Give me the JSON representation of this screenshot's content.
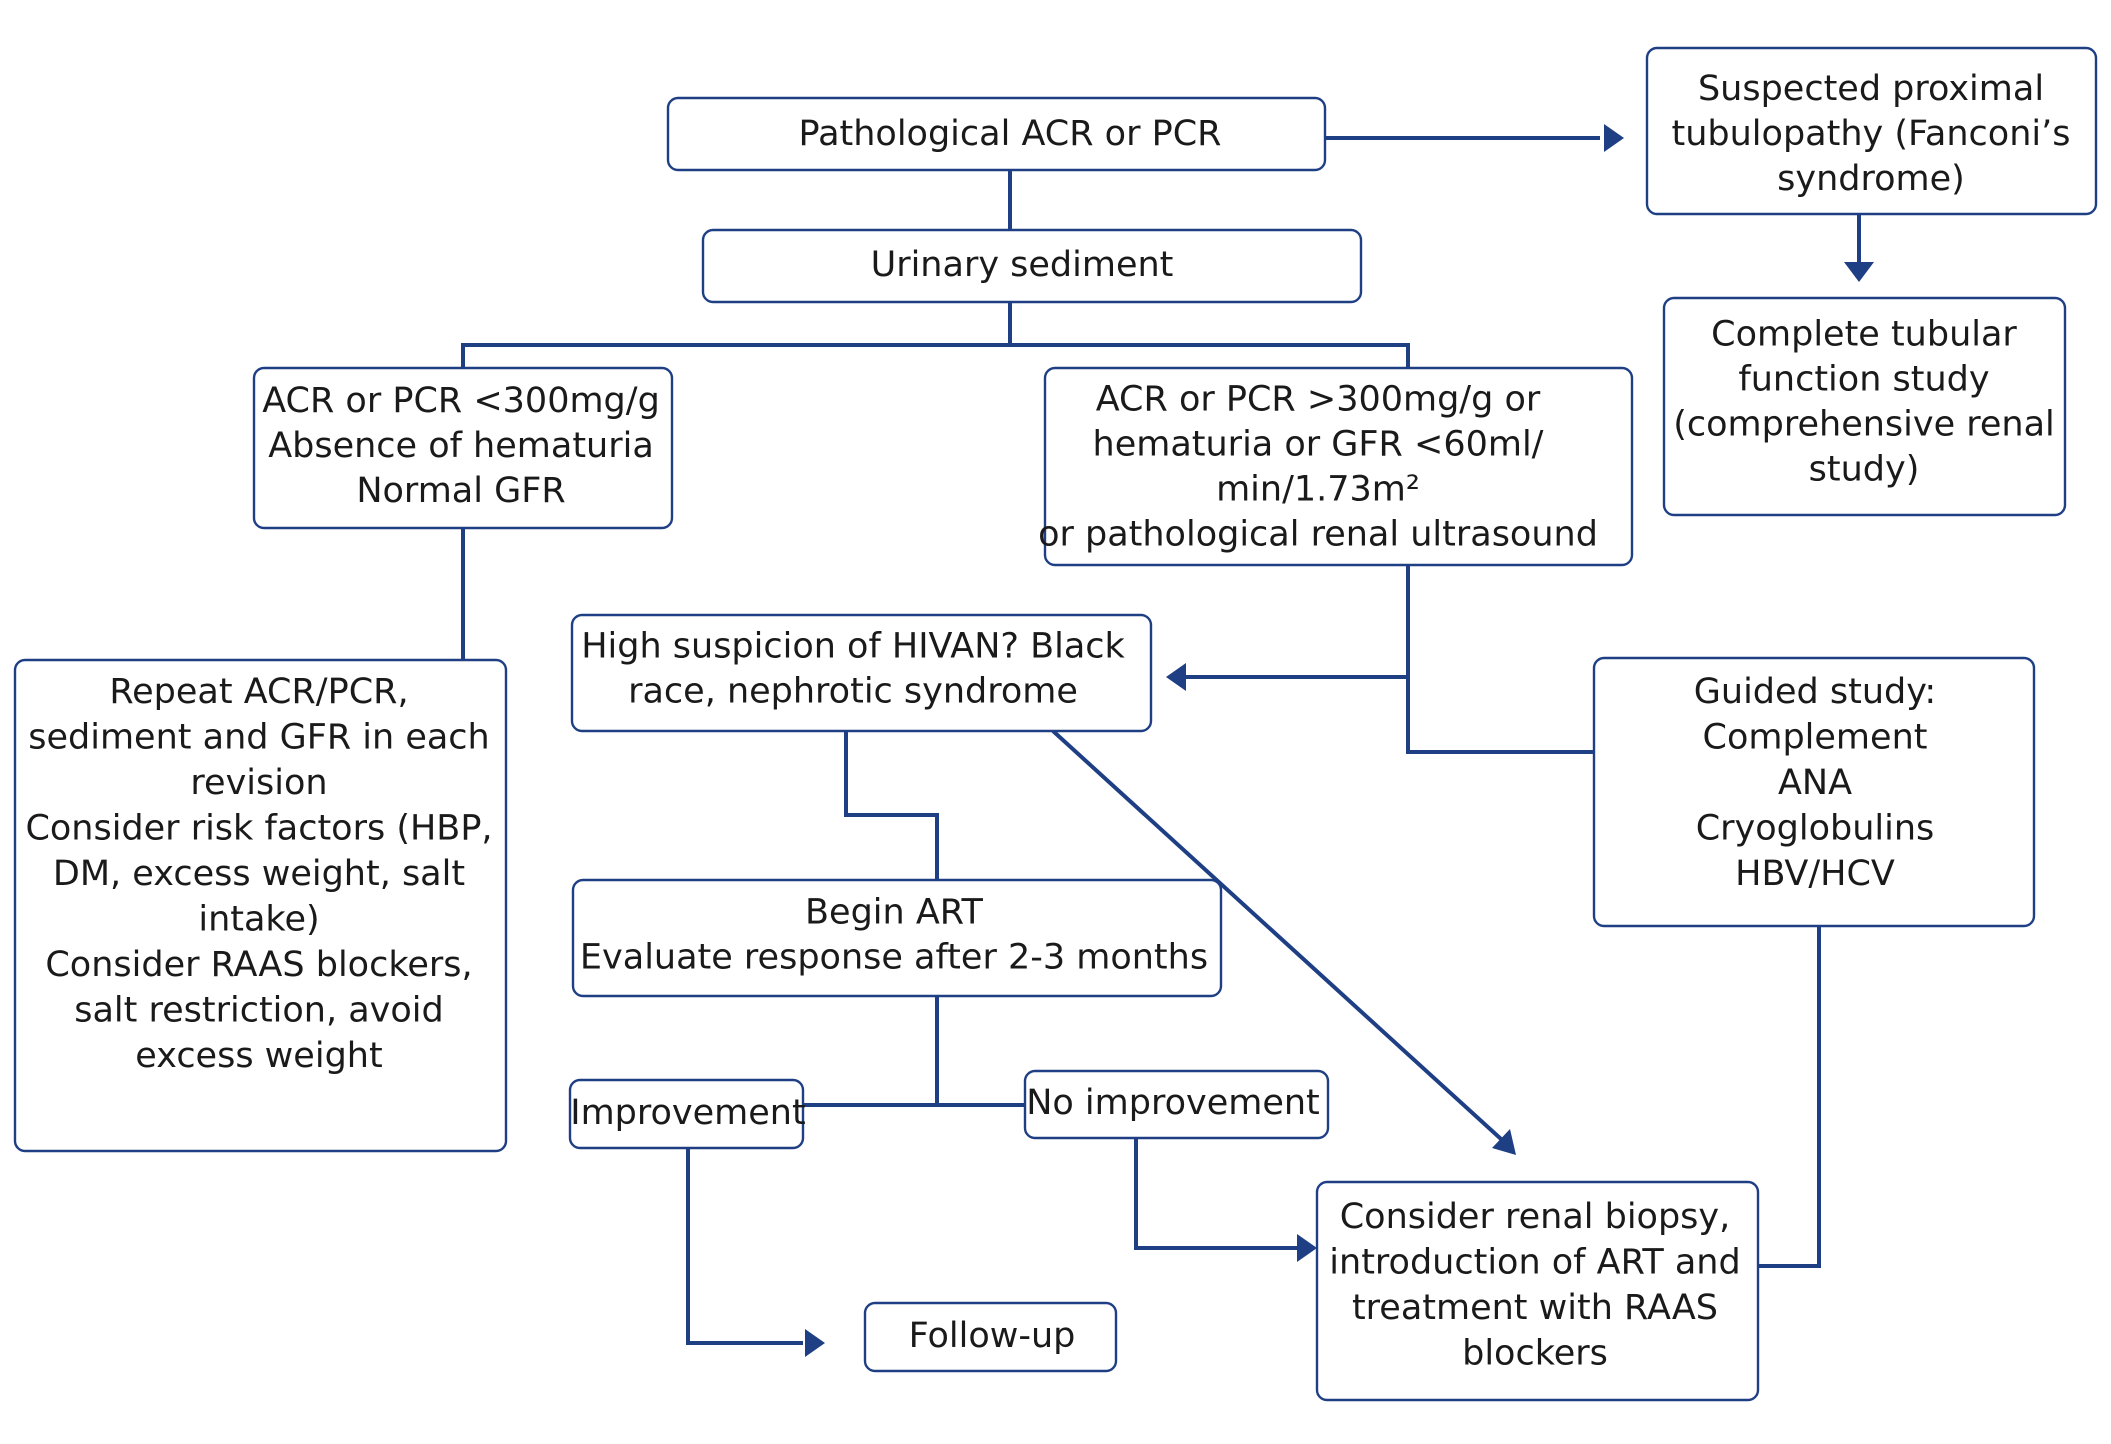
{
  "colors": {
    "stroke": "#1f3f85",
    "text": "#1a1a1a",
    "background": "#ffffff"
  },
  "nodes": {
    "pathological": {
      "lines": [
        "Pathological ACR or PCR"
      ]
    },
    "sediment": {
      "lines": [
        "Urinary sediment"
      ]
    },
    "low_acr": {
      "lines": [
        "ACR or PCR <300mg/g",
        "Absence of hematuria",
        "Normal GFR"
      ]
    },
    "high_acr": {
      "lines": [
        "ACR or PCR >300mg/g or",
        "hematuria or GFR <60ml/",
        "min/1.73m²",
        "or pathological renal ultrasound"
      ]
    },
    "fanconi": {
      "lines": [
        "Suspected proximal",
        "tubulopathy (Fanconi’s",
        "syndrome)"
      ]
    },
    "tubular": {
      "lines": [
        "Complete tubular",
        "function study",
        "(comprehensive renal",
        "study)"
      ]
    },
    "repeat": {
      "lines": [
        "Repeat ACR/PCR,",
        "sediment and GFR in each",
        "revision",
        "Consider risk factors (HBP,",
        "DM, excess weight, salt",
        "intake)",
        "Consider RAAS blockers,",
        "salt restriction, avoid",
        "excess weight"
      ]
    },
    "hivan": {
      "lines": [
        "High suspicion of HIVAN? Black",
        "race, nephrotic syndrome"
      ]
    },
    "guided": {
      "lines": [
        "Guided study:",
        "Complement",
        "ANA",
        "Cryoglobulins",
        "HBV/HCV"
      ]
    },
    "art": {
      "lines": [
        "Begin ART",
        "Evaluate response after 2-3 months"
      ]
    },
    "improvement": {
      "lines": [
        "Improvement"
      ]
    },
    "no_improvement": {
      "lines": [
        "No improvement"
      ]
    },
    "biopsy": {
      "lines": [
        "Consider renal biopsy,",
        "introduction of ART and",
        "treatment with RAAS",
        "blockers"
      ]
    },
    "followup": {
      "lines": [
        "Follow-up"
      ]
    }
  }
}
